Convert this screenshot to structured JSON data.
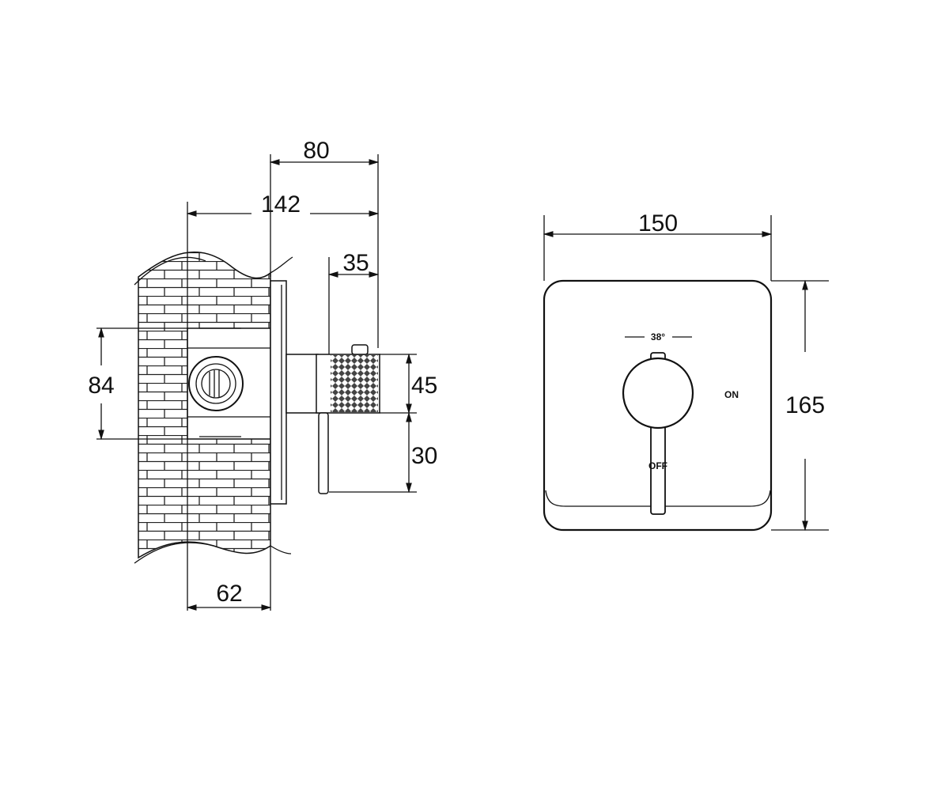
{
  "title": "Concealed thermostatic shower valve dimension drawing",
  "side_view": {
    "dimensions": {
      "total_projection": "80",
      "overall_depth": "142",
      "handle_length": "35",
      "body_height": "84",
      "handle_diameter": "45",
      "lever_length": "30",
      "wall_depth": "62"
    }
  },
  "front_view": {
    "dimensions": {
      "width": "150",
      "height": "165"
    },
    "labels": {
      "temperature": "38°",
      "on": "ON",
      "off": "OFF"
    }
  },
  "colors": {
    "line": "#111111",
    "background": "#ffffff"
  }
}
